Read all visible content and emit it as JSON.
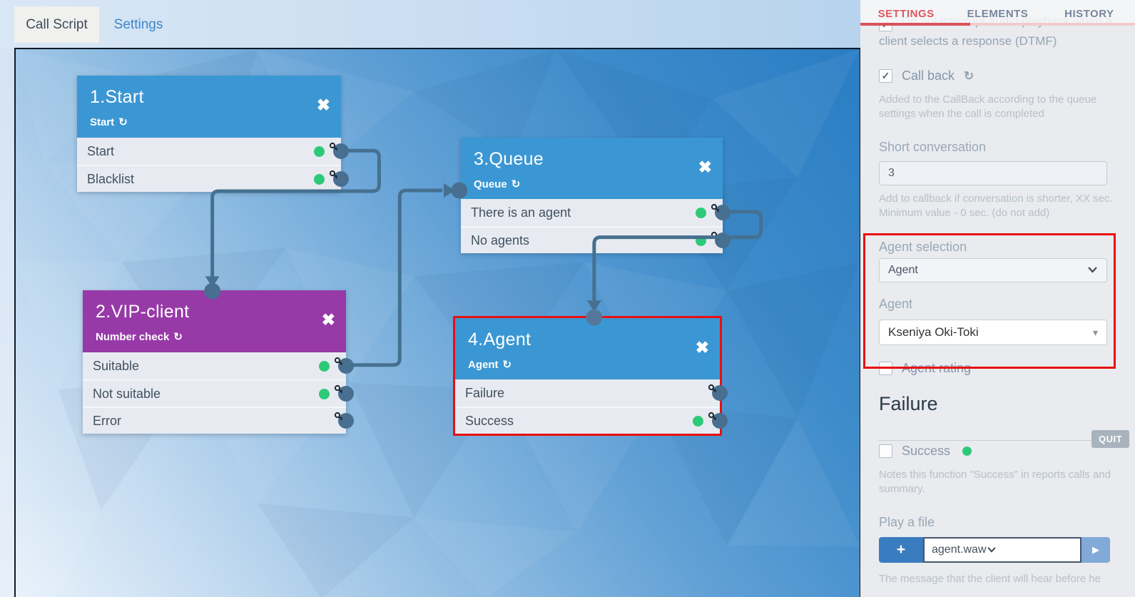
{
  "icons": {
    "close": "✖",
    "refresh": "↻",
    "check": "✓",
    "plus": "+",
    "play": "▶",
    "dropdown_triangle": "▾"
  },
  "colors": {
    "node_blue": "#3b97d3",
    "node_purple": "#973aa8",
    "highlight_red": "#ea0f0f",
    "green_dot": "#2dc979",
    "connector": "#45708f",
    "settings_tab_red": "#dc5861"
  },
  "main_tabs": {
    "call_script": "Call Script",
    "settings": "Settings"
  },
  "nodes": [
    {
      "title": "1.Start",
      "type": "Start",
      "rows": [
        {
          "label": "Start"
        },
        {
          "label": "Blacklist"
        }
      ]
    },
    {
      "title": "2.VIP-client",
      "type": "Number check",
      "rows": [
        {
          "label": "Suitable"
        },
        {
          "label": "Not suitable"
        },
        {
          "label": "Error"
        }
      ]
    },
    {
      "title": "3.Queue",
      "type": "Queue",
      "rows": [
        {
          "label": "There is an agent"
        },
        {
          "label": "No agents"
        }
      ]
    },
    {
      "title": "4.Agent",
      "type": "Agent",
      "rows": [
        {
          "label": "Failure"
        },
        {
          "label": "Success"
        }
      ]
    }
  ],
  "sidebar": {
    "tabs": {
      "settings": "SETTINGS",
      "elements": "ELEMENTS",
      "history": "HISTORY"
    },
    "dtmf": {
      "checked": true,
      "label": "Do not interrupt audio playback when a client selects a response (DTMF)"
    },
    "callback": {
      "checked": true,
      "label": "Call back",
      "help": "Added to the CallBack according to the queue settings when the call is completed"
    },
    "short_conversation": {
      "label": "Short conversation",
      "value": "3",
      "help": "Add to callback if conversation is shorter, XX sec. Minimum value - 0 sec. (do not add)"
    },
    "agent_selection": {
      "label": "Agent selection",
      "value": "Agent"
    },
    "agent": {
      "label": "Agent",
      "value": "Kseniya Oki-Toki"
    },
    "agent_rating": {
      "checked": false,
      "label": "Agent rating"
    },
    "failure_section": {
      "heading": "Failure",
      "quit_badge": "QUIT"
    },
    "success": {
      "checked": false,
      "label": "Success",
      "help": "Notes this function \"Success\" in reports calls and summary."
    },
    "play_file": {
      "label": "Play a file",
      "file": "agent.waw",
      "help": "The message that the client will hear before he"
    }
  }
}
